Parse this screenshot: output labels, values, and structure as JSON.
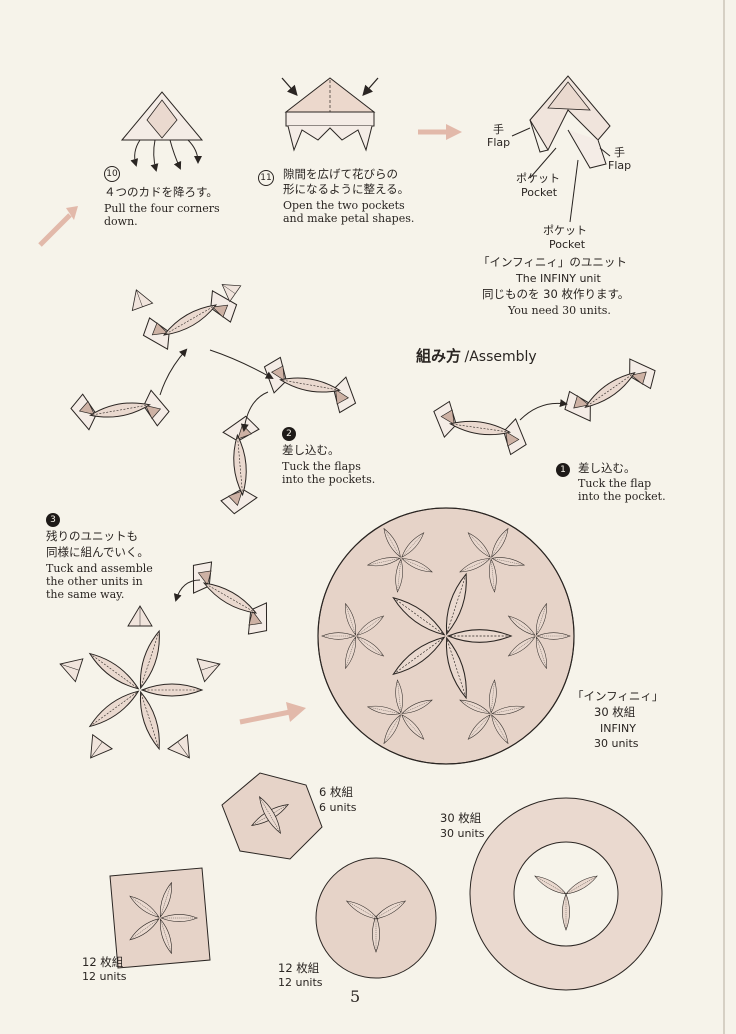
{
  "steps": {
    "s10": {
      "num": "10",
      "jp": "４つのカドを降ろす。",
      "en1": "Pull the four corners",
      "en2": "down."
    },
    "s11": {
      "num": "11",
      "jp1": "隙間を広げて花びらの",
      "jp2": "形になるように整える。",
      "en1": "Open the two pockets",
      "en2": "and make petal shapes."
    }
  },
  "unit_labels": {
    "flap_jp": "手",
    "flap_en": "Flap",
    "pocket_jp": "ポケット",
    "pocket_en": "Pocket",
    "unit_jp": "「インフィニィ」のユニット",
    "unit_en": "The INFINY unit",
    "need_jp": "同じものを 30 枚作ります。",
    "need_en": "You need 30 units."
  },
  "assembly": {
    "title_jp": "組み方",
    "title_en": "/Assembly",
    "a1": {
      "num": "1",
      "jp": "差し込む。",
      "en1": "Tuck the flap",
      "en2": "into the pocket."
    },
    "a2": {
      "num": "2",
      "jp": "差し込む。",
      "en1": "Tuck the flaps",
      "en2": "into the pockets."
    },
    "a3": {
      "num": "3",
      "jp1": "残りのユニットも",
      "jp2": "同様に組んでいく。",
      "en1": "Tuck and assemble",
      "en2": "the other units in",
      "en3": "the same way."
    }
  },
  "results": {
    "infiny_jp": "「インフィニィ」",
    "infiny_count_jp": "30 枚組",
    "infiny_en": "INFINY",
    "infiny_count_en": "30 units",
    "six_jp": "6 枚組",
    "six_en": "6 units",
    "twelve_a_jp": "12 枚組",
    "twelve_a_en": "12 units",
    "twelve_b_jp": "12 枚組",
    "twelve_b_en": "12 units",
    "thirty_jp": "30 枚組",
    "thirty_en": "30 units"
  },
  "page_number": "5",
  "colors": {
    "paper": "#f6f3ea",
    "fill": "#ead9cf",
    "fill_dark": "#cdb1a4",
    "ink": "#2a2522",
    "arrow": "#e2b9aa"
  }
}
